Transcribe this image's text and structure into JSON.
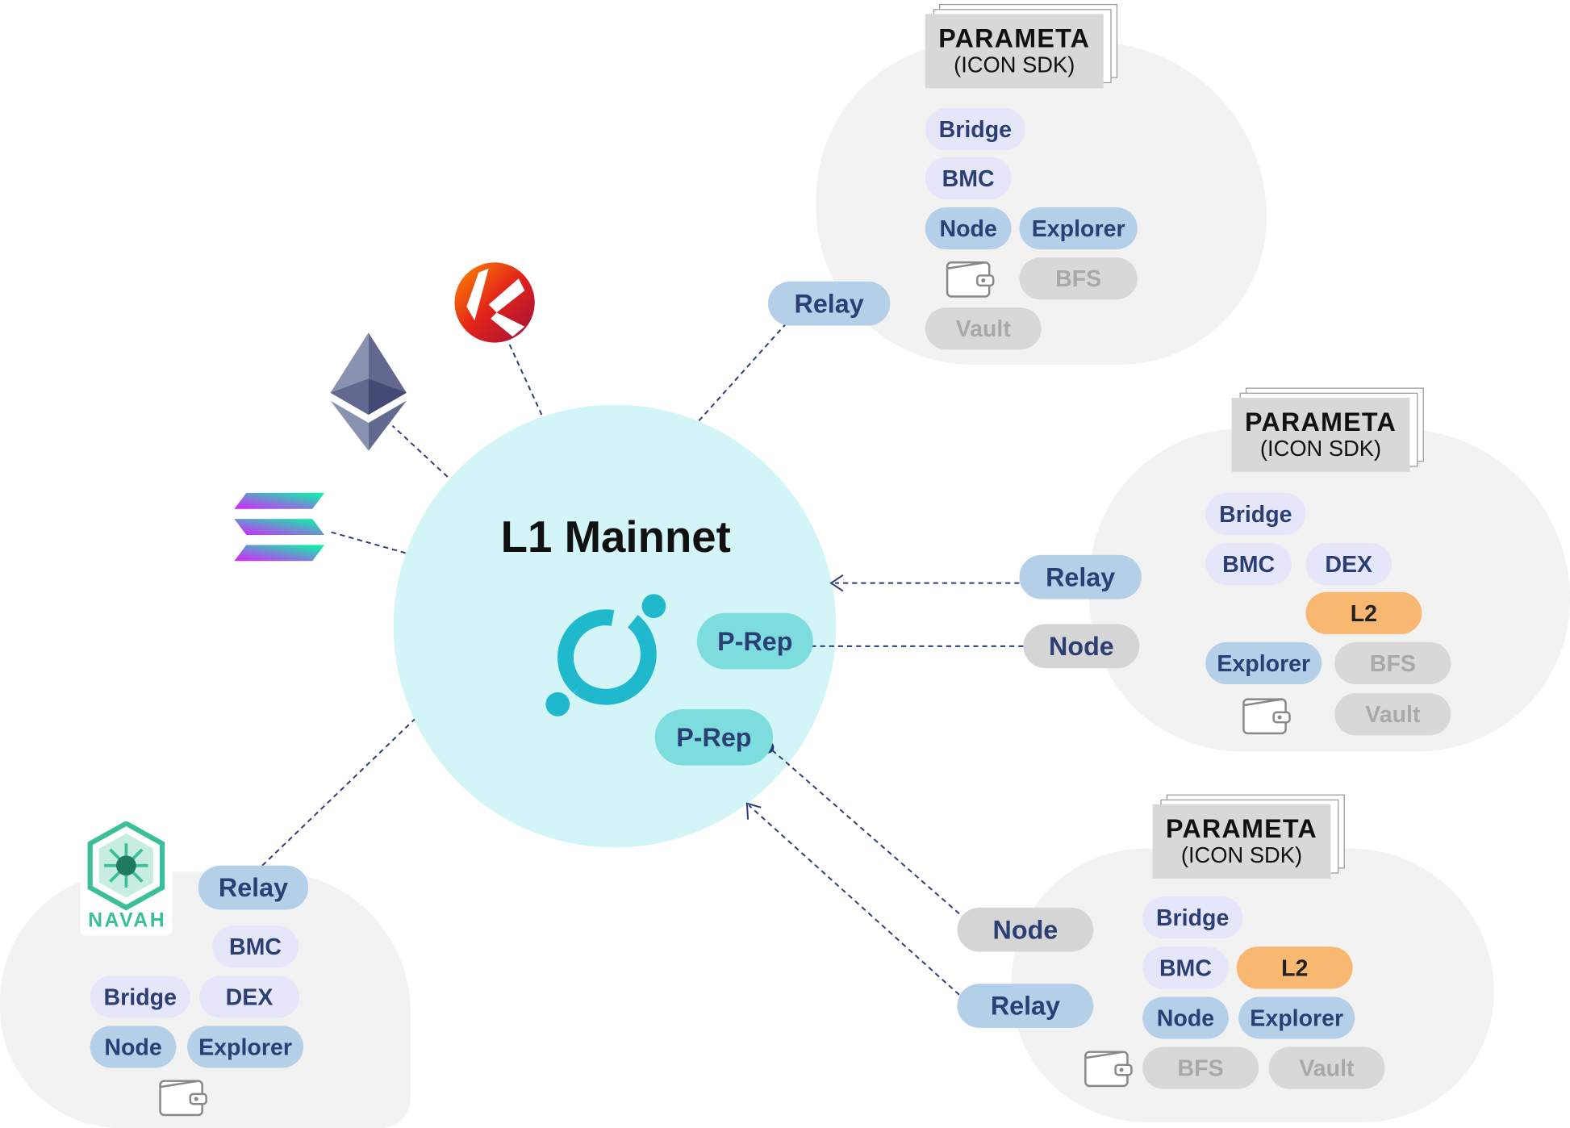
{
  "main": {
    "title": "L1 Mainnet",
    "prep_1": "P-Rep",
    "prep_2": "P-Rep"
  },
  "clusters": {
    "top_right": {
      "parameta_title": "PARAMETA",
      "parameta_sub": "(ICON SDK)",
      "bridge": "Bridge",
      "bmc": "BMC",
      "node": "Node",
      "explorer": "Explorer",
      "bfs": "BFS",
      "vault": "Vault",
      "relay": "Relay"
    },
    "middle_right": {
      "parameta_title": "PARAMETA",
      "parameta_sub": "(ICON SDK)",
      "bridge": "Bridge",
      "bmc": "BMC",
      "dex": "DEX",
      "l2": "L2",
      "explorer": "Explorer",
      "bfs": "BFS",
      "vault": "Vault",
      "relay": "Relay",
      "node": "Node"
    },
    "bottom_right": {
      "parameta_title": "PARAMETA",
      "parameta_sub": "(ICON SDK)",
      "bridge": "Bridge",
      "bmc": "BMC",
      "l2": "L2",
      "node": "Node",
      "explorer": "Explorer",
      "bfs": "BFS",
      "vault": "Vault",
      "node_link": "Node",
      "relay_link": "Relay"
    },
    "bottom_left": {
      "logo_text": "NAVAH",
      "relay": "Relay",
      "bmc": "BMC",
      "bridge": "Bridge",
      "dex": "DEX",
      "node": "Node",
      "explorer": "Explorer"
    }
  },
  "icons": [
    "ethereum-icon",
    "klaytn-icon",
    "solana-icon",
    "icon-logo",
    "navah-logo",
    "wallet-icon"
  ],
  "colors": {
    "mainnet_circle": "#d4f5f7",
    "cluster_bg": "#f2f2f2",
    "pill_lavender": "#e6e6fb",
    "pill_blue": "#b4cfe8",
    "pill_gray": "#d8d8d8",
    "pill_orange": "#f9b872",
    "pill_teal": "#7ddcdd",
    "text_navy": "#2b3f75",
    "icon_teal": "#1fb8cd"
  }
}
